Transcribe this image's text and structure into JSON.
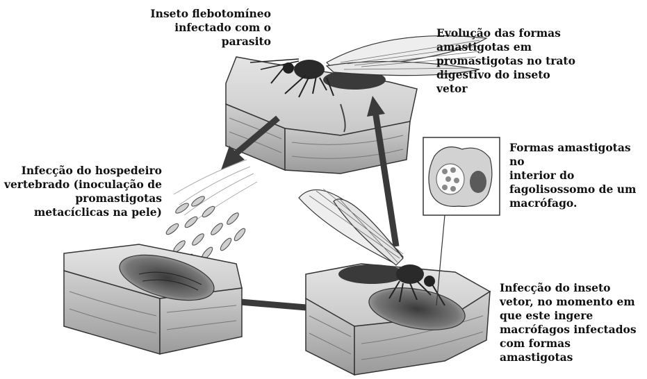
{
  "labels": {
    "top": "Inseto flebotomíneo\ninfectado com o\nparasito",
    "top_right": "Evolução das formas\namastigotas em\npromastigotas no trato\ndigestivo do inseto\nvetor",
    "right_middle": "Formas amastigotas no\ninterior do\nfagolisossomo de um\nmacrófago.",
    "left_middle": "Infecção do hospedeiro\nvertebrado (inoculação de\npromastigotas\nmetacíclicas na pele)",
    "bottom_right": "Infecção do inseto\nvetor, no momento em\nque este ingere\nmacrófagos infectados\ncom formas\namastigotas"
  },
  "colors": {
    "skin": "#d8d8d8",
    "skin_dark": "#a8a8a8",
    "arrow": "#3a3a3a",
    "insect": "#2a2a2a"
  }
}
